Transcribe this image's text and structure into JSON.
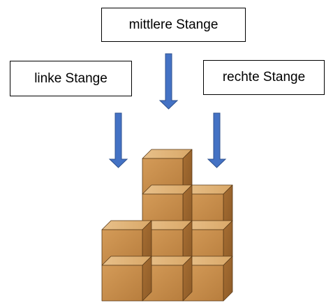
{
  "labels": {
    "middle": "mittlere Stange",
    "left": "linke Stange",
    "right": "rechte Stange"
  },
  "colors": {
    "arrow_fill": "#4472c4",
    "arrow_stroke": "#2f528f",
    "cube_front": "#c8914f",
    "cube_side": "#a36f35",
    "cube_top": "#dfb57c",
    "cube_edge": "#5a3a17"
  },
  "structure": {
    "columns": [
      "left",
      "middle",
      "right"
    ],
    "column_heights": [
      2,
      4,
      3
    ],
    "total_cubes": 9
  }
}
